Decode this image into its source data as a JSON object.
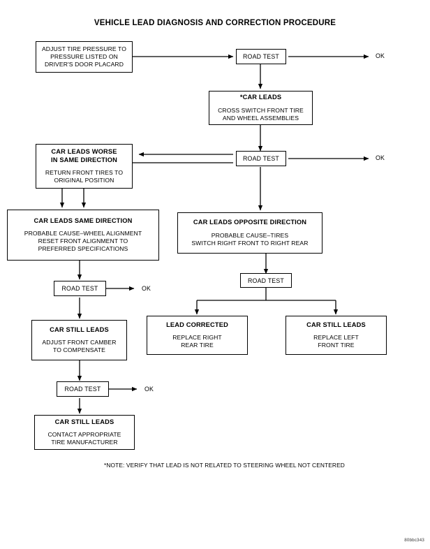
{
  "document": {
    "title": "VEHICLE LEAD DIAGNOSIS AND CORRECTION PROCEDURE",
    "note": "*NOTE: VERIFY THAT LEAD IS NOT RELATED TO STEERING WHEEL NOT CENTERED",
    "footer_code": "80bbc343",
    "line_color": "#000000",
    "background": "#ffffff"
  },
  "boxes": {
    "adjust_tire_pressure": {
      "line1": "ADJUST TIRE PRESSURE TO",
      "line2": "PRESSURE LISTED ON",
      "line3": "DRIVER'S DOOR PLACARD"
    },
    "car_leads": {
      "header": "*CAR LEADS",
      "line1": "CROSS SWITCH FRONT TIRE",
      "line2": "AND WHEEL ASSEMBLIES"
    },
    "car_leads_worse": {
      "header1": "CAR LEADS WORSE",
      "header2": "IN SAME DIRECTION",
      "line1": "RETURN FRONT TIRES TO",
      "line2": "ORIGINAL POSITION"
    },
    "car_leads_same_direction": {
      "header": "CAR LEADS SAME DIRECTION",
      "line1": "PROBABLE CAUSE–WHEEL ALIGNMENT",
      "line2": "RESET FRONT ALIGNMENT TO",
      "line3": "PREFERRED SPECIFICATIONS"
    },
    "car_leads_opposite_direction": {
      "header": "CAR LEADS OPPOSITE DIRECTION",
      "line1": "PROBABLE CAUSE–TIRES",
      "line2": "SWITCH RIGHT FRONT TO RIGHT REAR"
    },
    "lead_corrected": {
      "header": "LEAD CORRECTED",
      "line1": "REPLACE RIGHT",
      "line2": "REAR TIRE"
    },
    "car_still_leads_right": {
      "header": "CAR STILL LEADS",
      "line1": "REPLACE LEFT",
      "line2": "FRONT TIRE"
    },
    "car_still_leads_camber": {
      "header": "CAR STILL LEADS",
      "line1": "ADJUST FRONT CAMBER",
      "line2": "TO COMPENSATE"
    },
    "car_still_leads_contact": {
      "header": "CAR STILL LEADS",
      "line1": "CONTACT APPROPRIATE",
      "line2": "TIRE MANUFACTURER"
    }
  },
  "road_tests": {
    "rt1": "ROAD TEST",
    "rt2": "ROAD TEST",
    "rt3": "ROAD TEST",
    "rt4": "ROAD TEST",
    "rt5": "ROAD TEST"
  },
  "outcomes": {
    "ok1": "OK",
    "ok2": "OK",
    "ok3": "OK",
    "ok4": "OK"
  }
}
